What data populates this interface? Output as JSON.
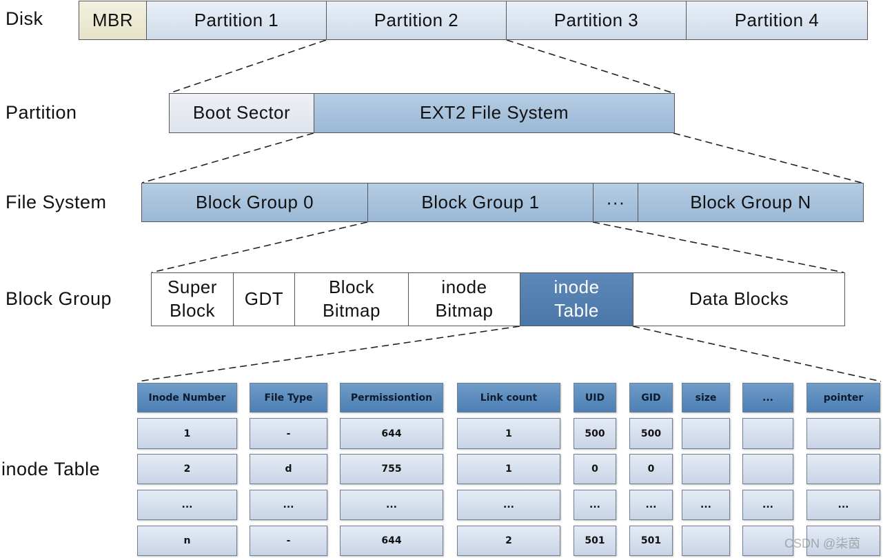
{
  "levels": {
    "disk": "Disk",
    "partition": "Partition",
    "file_system": "File System",
    "block_group": "Block Group",
    "inode_table": "inode Table"
  },
  "disk_row": [
    "MBR",
    "Partition 1",
    "Partition 2",
    "Partition 3",
    "Partition 4"
  ],
  "partition_row": [
    "Boot Sector",
    "EXT2 File System"
  ],
  "fs_row": [
    "Block Group 0",
    "Block Group 1",
    "···",
    "Block Group N"
  ],
  "bg_row": [
    "Super\nBlock",
    "GDT",
    "Block\nBitmap",
    "inode\nBitmap",
    "inode\nTable",
    "Data Blocks"
  ],
  "table": {
    "headers": [
      "Inode Number",
      "File Type",
      "Permissiontion",
      "Link count",
      "UID",
      "GID",
      "size",
      "...",
      "pointer"
    ],
    "rows": [
      [
        "1",
        "-",
        "644",
        "1",
        "500",
        "500",
        "",
        "",
        ""
      ],
      [
        "2",
        "d",
        "755",
        "1",
        "0",
        "0",
        "",
        "",
        ""
      ],
      [
        "...",
        "...",
        "...",
        "...",
        "...",
        "...",
        "...",
        "...",
        "..."
      ],
      [
        "n",
        "-",
        "644",
        "2",
        "501",
        "501",
        "",
        "",
        ""
      ]
    ]
  },
  "watermark": "CSDN @柒茵"
}
